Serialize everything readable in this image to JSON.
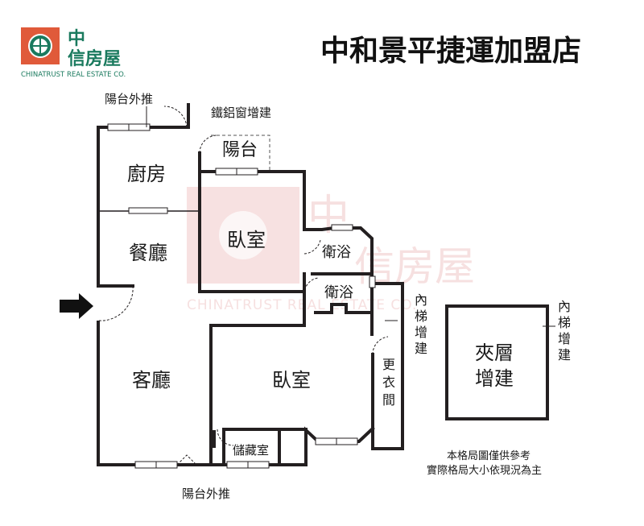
{
  "colors": {
    "brand": "#1a7a5e",
    "brand_red": "#e05a3a",
    "wall": "#231f20",
    "watermark": "#f2c9c9"
  },
  "logo": {
    "cn_top": "中",
    "cn_bottom": "信房屋",
    "en": "CHINATRUST REAL ESTATE CO."
  },
  "title": "中和景平捷運加盟店",
  "watermark": {
    "cn_top": "中",
    "cn_bottom": "信房屋",
    "en": "CHINATRUST REAL ESTATE CO."
  },
  "rooms": {
    "kitchen": "廚房",
    "dining": "餐廳",
    "living": "客廳",
    "bedroom_top": "臥室",
    "bedroom_main": "臥室",
    "bath_1": "衛浴",
    "bath_2": "衛浴",
    "balcony": "陽台",
    "storage": "儲藏室",
    "closet": [
      "更",
      "衣",
      "間"
    ],
    "mezzanine": [
      "夾層",
      "增建"
    ]
  },
  "annotations": {
    "balcony_push_top": "陽台外推",
    "iron_window": "鐵鋁窗增建",
    "inner_stair_1": [
      "內",
      "梯",
      "增",
      "建"
    ],
    "inner_stair_2": [
      "內",
      "梯",
      "增",
      "建"
    ],
    "balcony_push_bottom": "陽台外推"
  },
  "note": {
    "line1": "本格局圖僅供參考",
    "line2": "實際格局大小依現況為主"
  }
}
